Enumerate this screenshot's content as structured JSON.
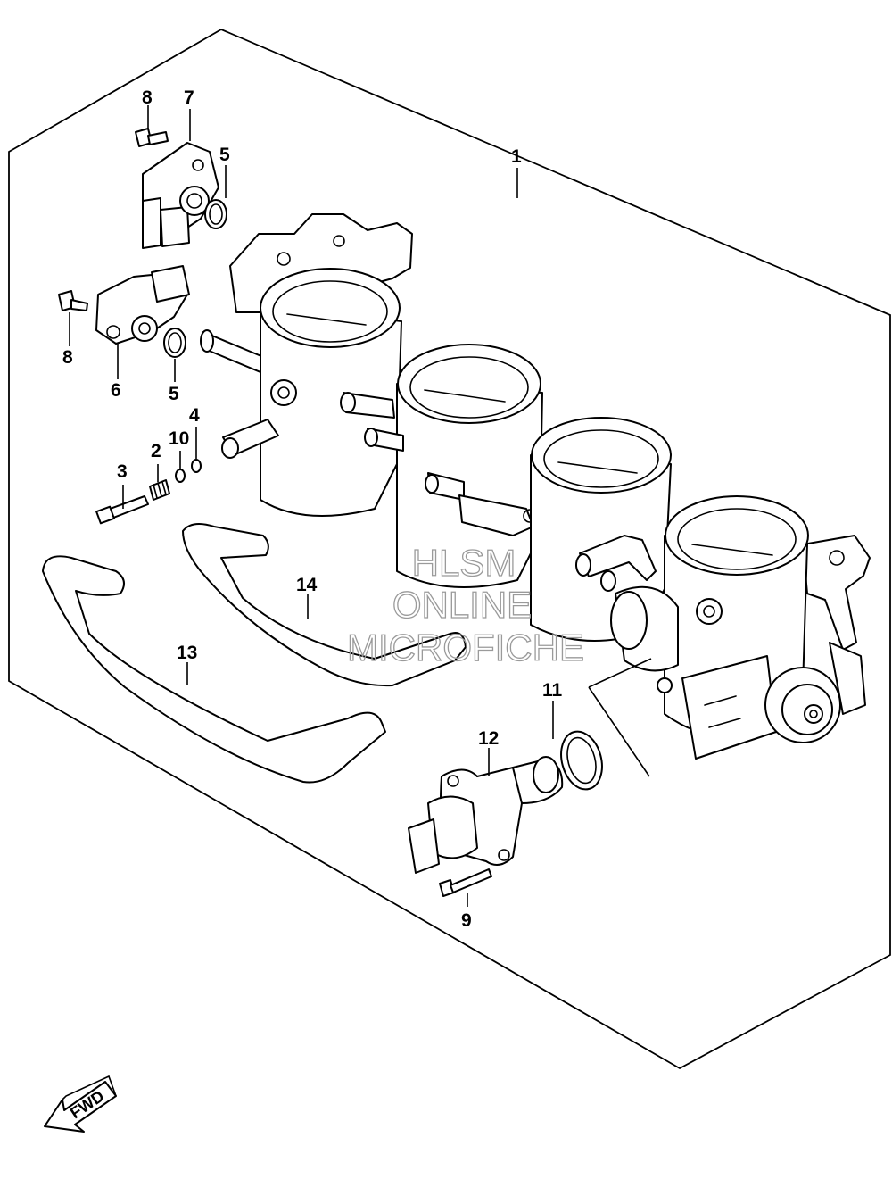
{
  "labels": {
    "l1": "1",
    "l2": "2",
    "l3": "3",
    "l4": "4",
    "l5a": "5",
    "l5b": "5",
    "l6": "6",
    "l7": "7",
    "l8a": "8",
    "l8b": "8",
    "l9": "9",
    "l10": "10",
    "l11": "11",
    "l12": "12",
    "l13": "13",
    "l14": "14"
  },
  "watermark": {
    "line1": "HLSM",
    "line2": "ONLINE",
    "line3": "MICROFICHE"
  },
  "direction": {
    "text": "FWD"
  }
}
